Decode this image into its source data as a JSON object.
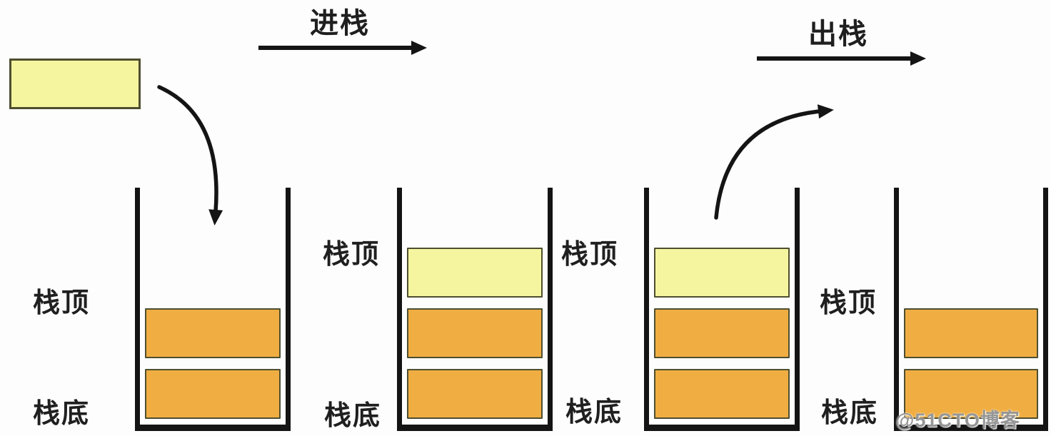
{
  "diagram": {
    "push_arrow": {
      "label": "进栈"
    },
    "pop_arrow": {
      "label": "出栈"
    },
    "floating_block": {
      "color": "light_yellow"
    },
    "stacks": [
      {
        "name": "stack-1",
        "top_label": "栈顶",
        "bottom_label": "栈底",
        "blocks": [
          "orange",
          "orange"
        ]
      },
      {
        "name": "stack-2",
        "top_label": "栈顶",
        "bottom_label": "栈底",
        "blocks": [
          "orange",
          "orange",
          "light_yellow"
        ]
      },
      {
        "name": "stack-3",
        "top_label": "栈顶",
        "bottom_label": "栈底",
        "blocks": [
          "orange",
          "orange",
          "light_yellow"
        ]
      },
      {
        "name": "stack-4",
        "top_label": "栈顶",
        "bottom_label": "栈底",
        "blocks": [
          "orange",
          "orange"
        ]
      }
    ],
    "watermark": "@51CTO博客",
    "colors": {
      "background": "#FDFDFD",
      "light_yellow": "#F5F5A0",
      "orange": "#F0AE42",
      "block_border": "#4E4E30",
      "stack_outline": "#141414",
      "text": "#1F1F1F",
      "watermark_gray": "#808080"
    }
  }
}
